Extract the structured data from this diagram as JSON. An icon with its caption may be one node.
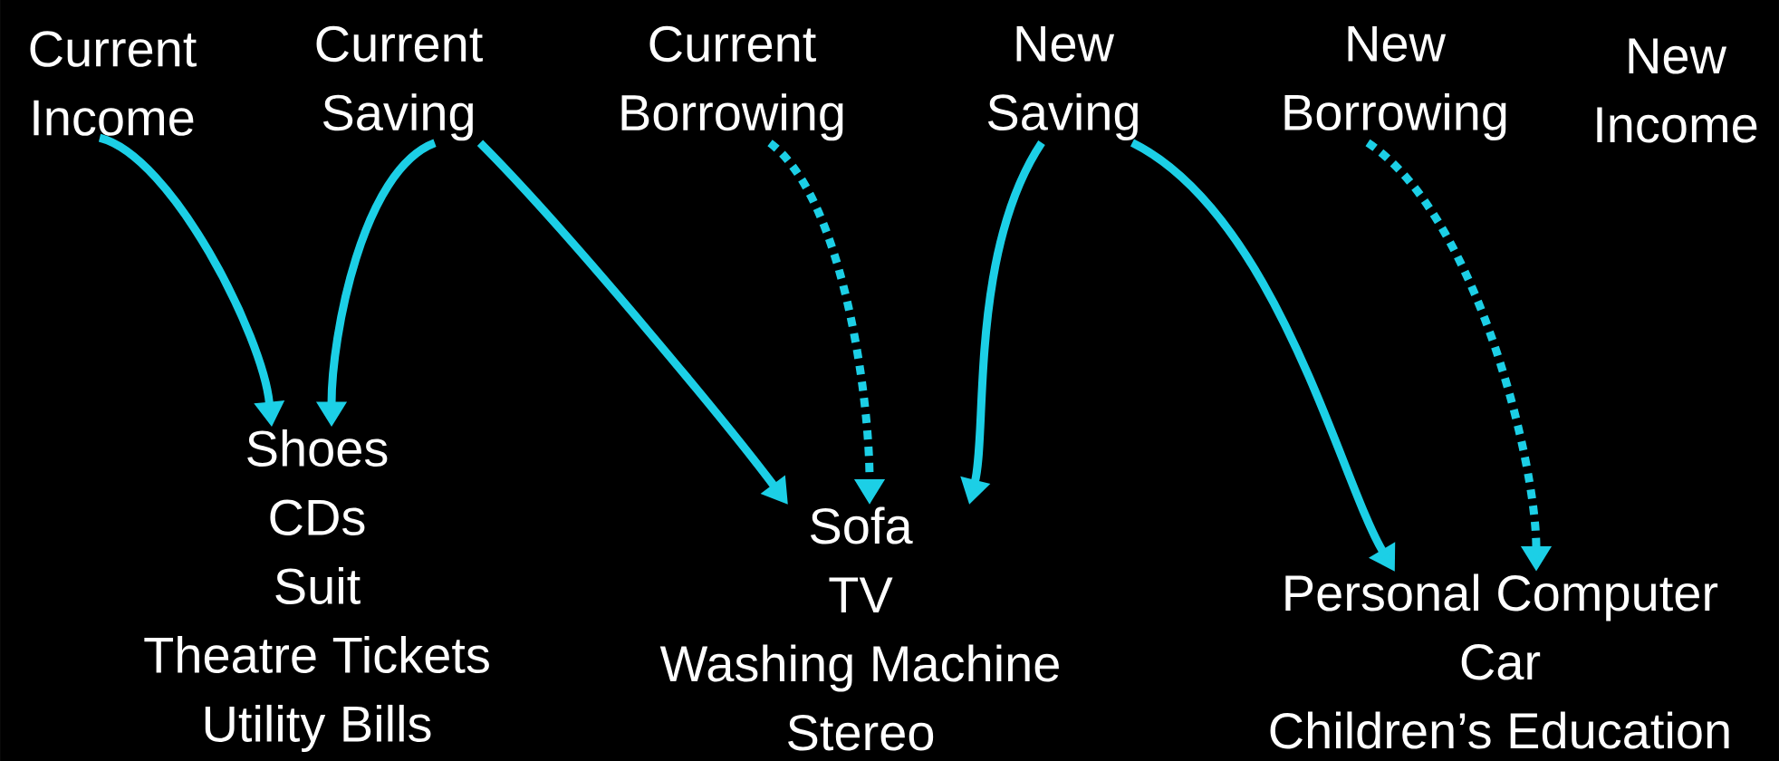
{
  "diagram": {
    "nodes": [
      {
        "text": [
          "Current Income"
        ]
      },
      {
        "text": [
          "Current Saving"
        ]
      },
      {
        "text": [
          "Current Borrowing"
        ]
      },
      {
        "text": [
          "New Saving"
        ]
      },
      {
        "text": [
          "New Borrowing"
        ]
      },
      {
        "text": [
          "New Income"
        ]
      },
      {
        "text": [
          "Shoes",
          "CDs",
          "Suit",
          "Theatre Tickets",
          "Utility Bills"
        ]
      },
      {
        "text": [
          "Sofa",
          "TV",
          "Washing Machine",
          "Stereo"
        ]
      },
      {
        "text": [
          "Personal Computer",
          "Car",
          "Children’s Education"
        ]
      }
    ],
    "edges": [
      {
        "from": 0,
        "to": 6,
        "arrow": "to"
      },
      {
        "from": 1,
        "to": 6,
        "arrow": "to"
      },
      {
        "from": 1,
        "to": 7,
        "arrow": "to"
      },
      {
        "from": 2,
        "to": 7,
        "arrow": "to",
        "style": "dashed"
      },
      {
        "from": 3,
        "to": 7,
        "arrow": "to"
      },
      {
        "from": 3,
        "to": 8,
        "arrow": "to"
      },
      {
        "from": 4,
        "to": 8,
        "arrow": "to",
        "style": "dashed"
      }
    ]
  }
}
